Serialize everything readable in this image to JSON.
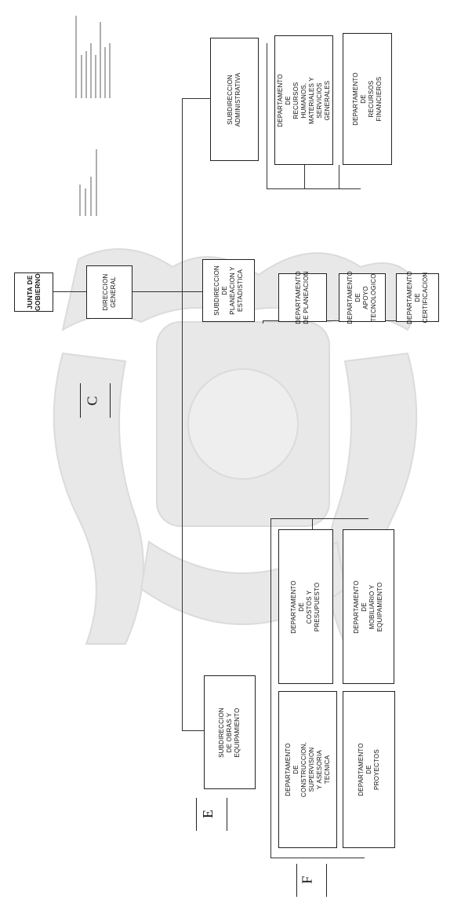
{
  "boxes": {
    "junta": "JUNTA DE\nGOBIERNO",
    "direccion": "DIRECCION\nGENERAL",
    "sub_planeacion": "SUBDIRECCION DE PLANEACION Y\nESTADISTICA",
    "dept_planeacion": "DEPARTAMENTO\nDE PLANEACION",
    "dept_apoyo": "DEPARTAMENTO DE\nAPOYO\nTECNOLOGICO",
    "dept_certificacion": "DEPARTAMENTO\nDE CERTIFICACION",
    "sub_admin": "SUBDIRECCION\nADMINISTRATIVA",
    "dept_recursos_humanos": "DEPARTAMENTO DE\nRECURSOS HUMANOS,\nMATERIALES Y SERVICIOS\nGENERALES",
    "dept_recursos_financieros": "DEPARTAMENTO DE\nRECURSOS\nFINANCIEROS",
    "sub_obras": "SUBDIRECCION DE OBRAS Y\nEQUIPAMIENTO",
    "dept_construccion": "DEPARTAMENTO DE\nCONSTRUCCION, SUPERVISION\nY ASESORIA TECNICA",
    "dept_proyectos": "DEPARTAMENTO DE\nPROYECTOS",
    "dept_costos": "DEPARTAMENTO DE\nCOSTOS Y PRESUPUESTO",
    "dept_mobiliario": "DEPARTAMENTO DE\nMOBILIARIO Y EQUIPAMIENTO"
  },
  "level_tags": {
    "c": "C",
    "e": "E",
    "f": "F"
  }
}
